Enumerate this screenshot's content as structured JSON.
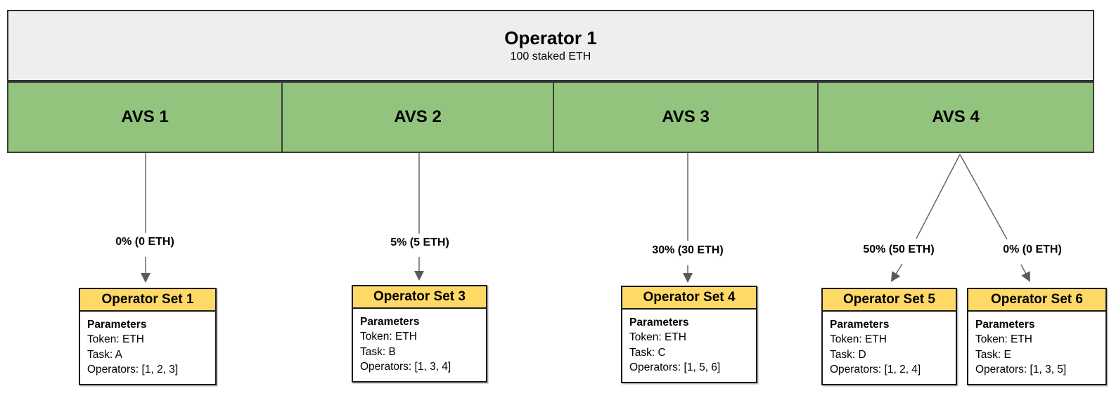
{
  "operator": {
    "title": "Operator 1",
    "stake": "100 staked ETH"
  },
  "avs_row": {
    "items": [
      {
        "label": "AVS 1"
      },
      {
        "label": "AVS 2"
      },
      {
        "label": "AVS 3"
      },
      {
        "label": "AVS 4"
      }
    ]
  },
  "allocations": [
    {
      "label": "0% (0 ETH)",
      "from": "AVS 1",
      "to": "Operator Set 1"
    },
    {
      "label": "5% (5 ETH)",
      "from": "AVS 2",
      "to": "Operator Set 3"
    },
    {
      "label": "30% (30 ETH)",
      "from": "AVS 3",
      "to": "Operator Set 4"
    },
    {
      "label": "50% (50 ETH)",
      "from": "AVS 4",
      "to": "Operator Set 5"
    },
    {
      "label": "0% (0 ETH)",
      "from": "AVS 4",
      "to": "Operator Set 6"
    }
  ],
  "operator_sets": [
    {
      "title": "Operator Set 1",
      "params_label": "Parameters",
      "token_line": "Token: ETH",
      "task_line": "Task: A",
      "operators_line": "Operators: [1, 2, 3]"
    },
    {
      "title": "Operator Set 3",
      "params_label": "Parameters",
      "token_line": "Token: ETH",
      "task_line": "Task: B",
      "operators_line": "Operators: [1, 3, 4]"
    },
    {
      "title": "Operator Set 4",
      "params_label": "Parameters",
      "token_line": "Token: ETH",
      "task_line": "Task: C",
      "operators_line": "Operators: [1, 5, 6]"
    },
    {
      "title": "Operator Set 5",
      "params_label": "Parameters",
      "token_line": "Token: ETH",
      "task_line": "Task: D",
      "operators_line": "Operators: [1, 2, 4]"
    },
    {
      "title": "Operator Set 6",
      "params_label": "Parameters",
      "token_line": "Token: ETH",
      "task_line": "Task: E",
      "operators_line": "Operators: [1, 3, 5]"
    }
  ],
  "colors": {
    "avs_green": "#93c47d",
    "set_header_yellow": "#ffd966",
    "operator_gray": "#eeeeee",
    "border_dark": "#2e2e2e",
    "arrow_gray": "#666666"
  }
}
